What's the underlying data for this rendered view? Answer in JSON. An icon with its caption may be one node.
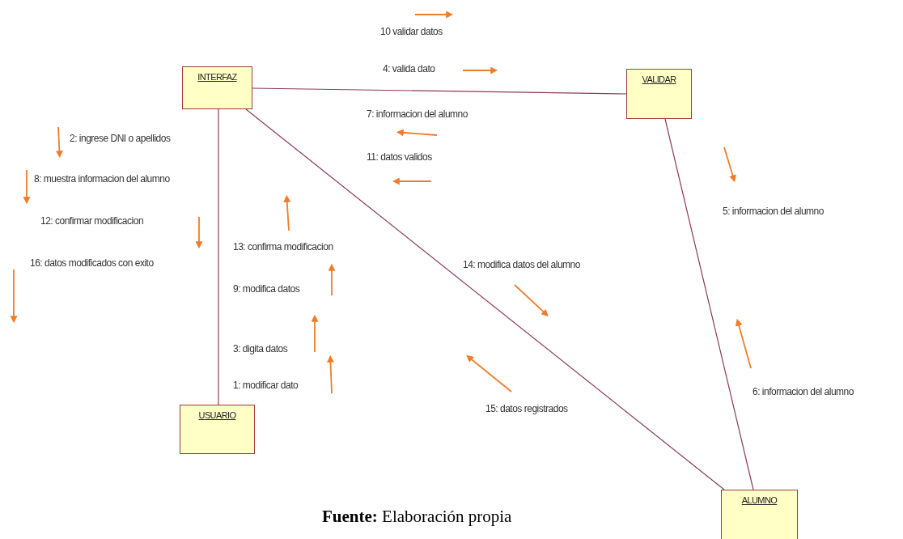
{
  "diagram": {
    "caption": "**Fuente:** Elaboración propia",
    "nodes": [
      {
        "text": [
          "INTERFAZ"
        ]
      },
      {
        "text": [
          "VALIDAR"
        ]
      },
      {
        "text": [
          "USUARIO"
        ]
      },
      {
        "text": [
          "ALUMNO"
        ]
      }
    ],
    "edges": [
      {
        "from": 0,
        "to": 1,
        "arrow": "none"
      },
      {
        "from": 0,
        "to": 2,
        "arrow": "none"
      },
      {
        "from": 0,
        "to": 3,
        "arrow": "none"
      },
      {
        "from": 1,
        "to": 3,
        "arrow": "none"
      }
    ],
    "labels": [
      "10 validar datos",
      "4: valida dato",
      "7: informacion del alumno",
      "2: ingrese DNI o apellidos",
      "11: datos validos",
      "8: muestra informacion del alumno",
      "5: informacion del alumno",
      "12: confirmar modificacion",
      "13: confirma modificacion",
      "16: datos modificados con exito",
      "14: modifica datos del alumno",
      "9: modifica datos",
      "3: digita datos",
      "1: modificar dato",
      "6: informacion del alumno",
      "15: datos registrados"
    ]
  }
}
